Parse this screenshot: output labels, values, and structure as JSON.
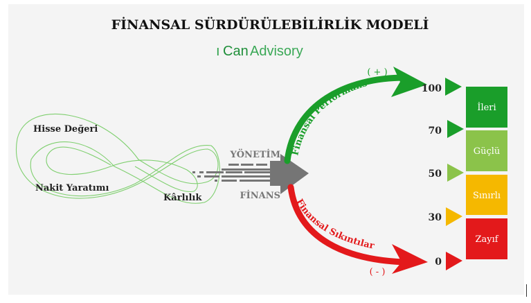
{
  "title": "FİNANSAL SÜRDÜRÜLEBİLİRLİK MODELİ",
  "logo": {
    "mark": "ı",
    "brand": "Can",
    "suffix": "Advisory"
  },
  "loop_labels": [
    "Hisse Değeri",
    "Nakit Yaratımı",
    "Kârlılık"
  ],
  "arrow": {
    "top_label": "YÖNETİM",
    "bottom_label": "FİNANS"
  },
  "positive": {
    "sign": "( + )",
    "label": "Finansal Performans"
  },
  "negative": {
    "sign": "( - )",
    "label": "Finansal Sıkıntılar"
  },
  "scale": {
    "ticks": [
      "100",
      "70",
      "50",
      "30",
      "0"
    ],
    "levels": [
      {
        "label": "İleri",
        "color": "#1a9e2a"
      },
      {
        "label": "Güçlü",
        "color": "#8bc34a"
      },
      {
        "label": "Sınırlı",
        "color": "#f5b800"
      },
      {
        "label": "Zayıf",
        "color": "#e3191b"
      }
    ]
  },
  "colors": {
    "green": "#1a9e2a",
    "red": "#e3191b",
    "gray": "#757575",
    "loop": "#7fcf6f"
  }
}
